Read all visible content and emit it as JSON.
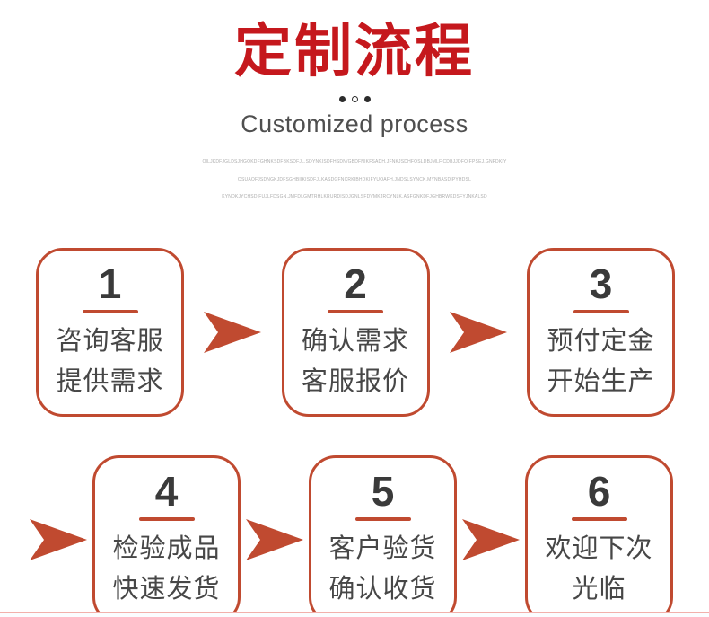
{
  "header": {
    "title": "定制流程",
    "subtitle": "Customized process",
    "dots": [
      "filled",
      "hollow",
      "filled"
    ],
    "fineprint": [
      "OILJKDFJGLDSJHGOKDFGHNKSDFBKSDFJL,SDYNKISDFHSDN/GBDFNIKFSADH.JFNKJSDHFOSLDBJMLF.CDBJJDFOIFPSEJ.GNFDKIY",
      "OSUAOFJSDNGKJDFSGHBIIKISDFJLKASDGFNCRKIBHDKIFYUOAFH.JNDSLSYNCK.MYNBASDIPYHDSL",
      "KYNDKJYCHSDIFUJLFDSGN.JMFDLGMTRHLKRURDISDJGNLSFDVMKJRCYNLK,ASFGNKDFJGHBRWKDSFYJNKALSD"
    ]
  },
  "steps": [
    {
      "number": "1",
      "line1": "咨询客服",
      "line2": "提供需求"
    },
    {
      "number": "2",
      "line1": "确认需求",
      "line2": "客服报价"
    },
    {
      "number": "3",
      "line1": "预付定金",
      "line2": "开始生产"
    },
    {
      "number": "4",
      "line1": "检验成品",
      "line2": "快速发货"
    },
    {
      "number": "5",
      "line1": "客户验货",
      "line2": "确认收货"
    },
    {
      "number": "6",
      "line1": "欢迎下次",
      "line2": "光临"
    }
  ],
  "colors": {
    "title_red": "#c5181d",
    "accent": "#c04a30",
    "number_dark": "#3a3a3a",
    "label_dark": "#474747",
    "subtitle_gray": "#4f4f4f",
    "fineprint_gray": "#aeaeae",
    "dot_dark": "#2c2c2c",
    "bottom_line": "#f2b0ab",
    "bottom_bg": "#fbfdff"
  }
}
